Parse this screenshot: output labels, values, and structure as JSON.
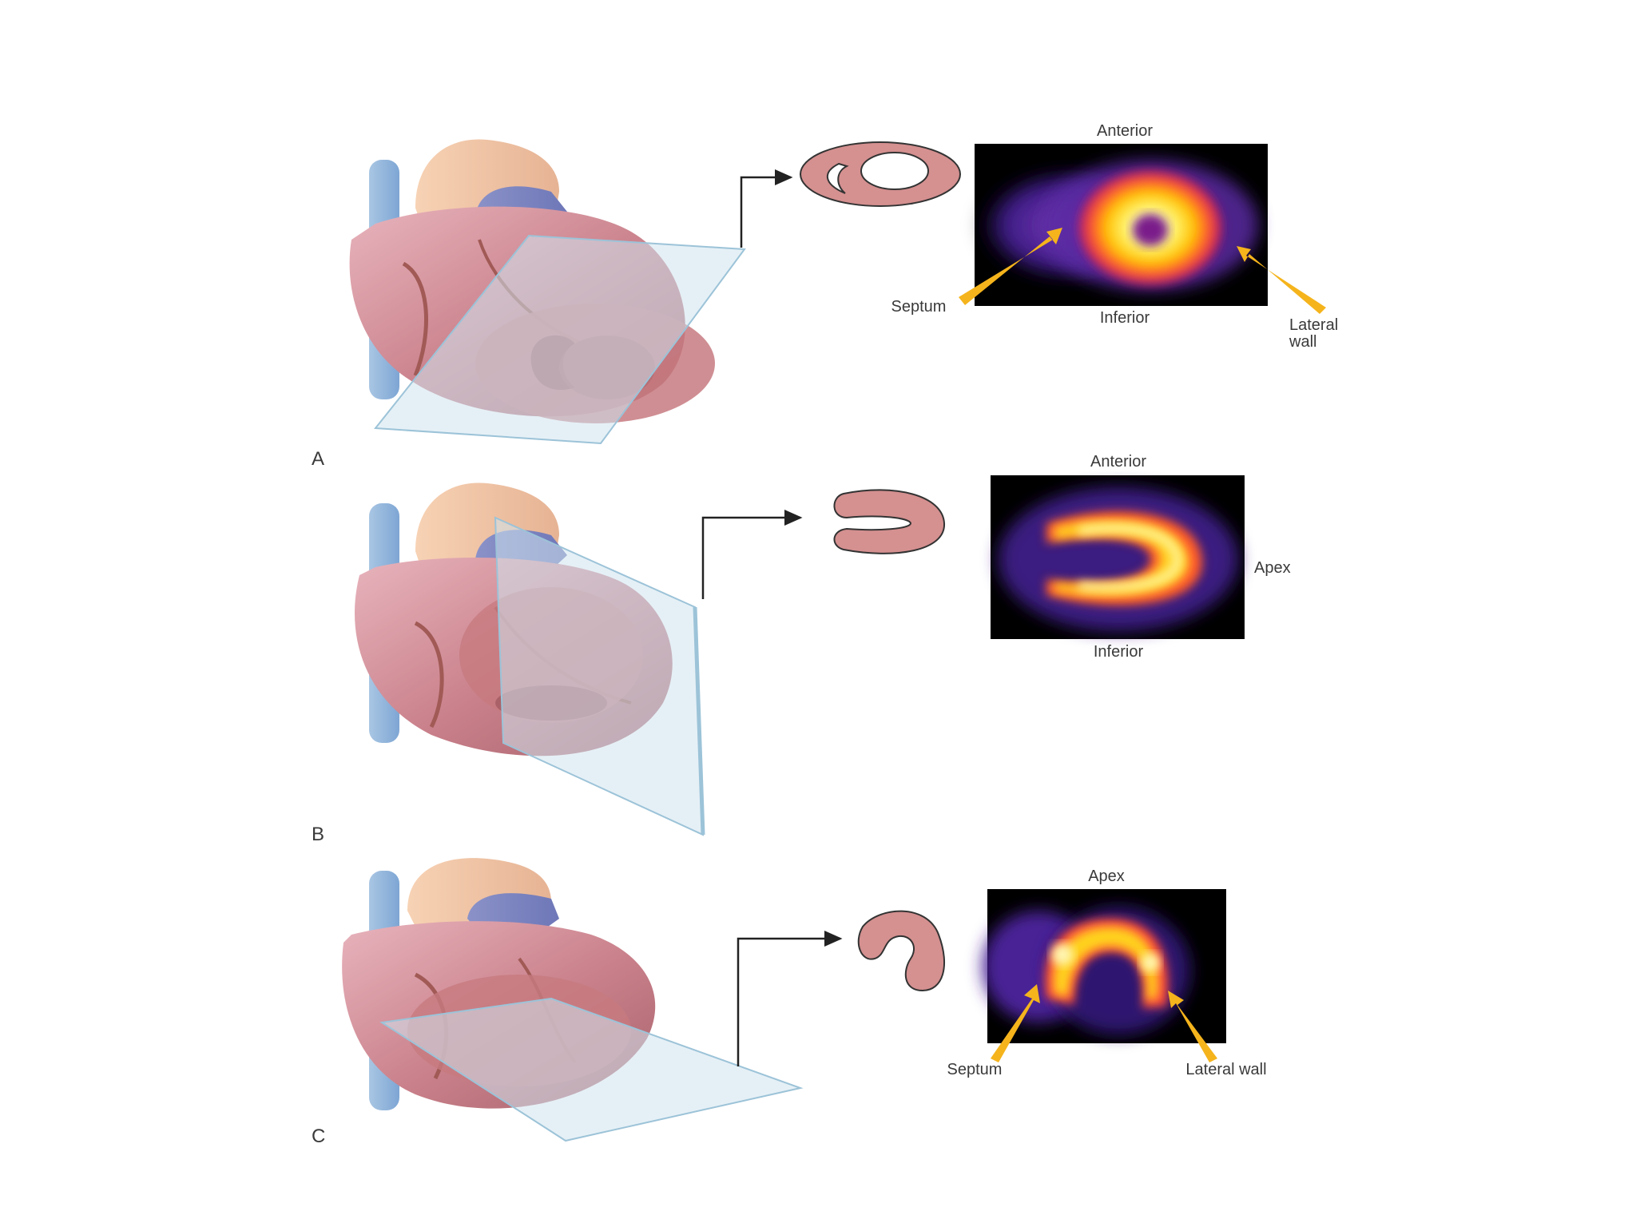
{
  "panels": [
    {
      "letter": "A",
      "labels": {
        "top": "Anterior",
        "bottom": "Inferior",
        "left": "Septum",
        "right_line1": "Lateral",
        "right_line2": "wall"
      }
    },
    {
      "letter": "B",
      "labels": {
        "top": "Anterior",
        "bottom": "Inferior",
        "right": "Apex"
      }
    },
    {
      "letter": "C",
      "labels": {
        "top": "Apex",
        "left": "Septum",
        "right": "Lateral wall"
      }
    }
  ],
  "colors": {
    "background": "#ffffff",
    "scan_bg": "#000000",
    "plane": "#bcdbe8",
    "myocardium": "#d59090",
    "arrow": "#f5b41c"
  }
}
